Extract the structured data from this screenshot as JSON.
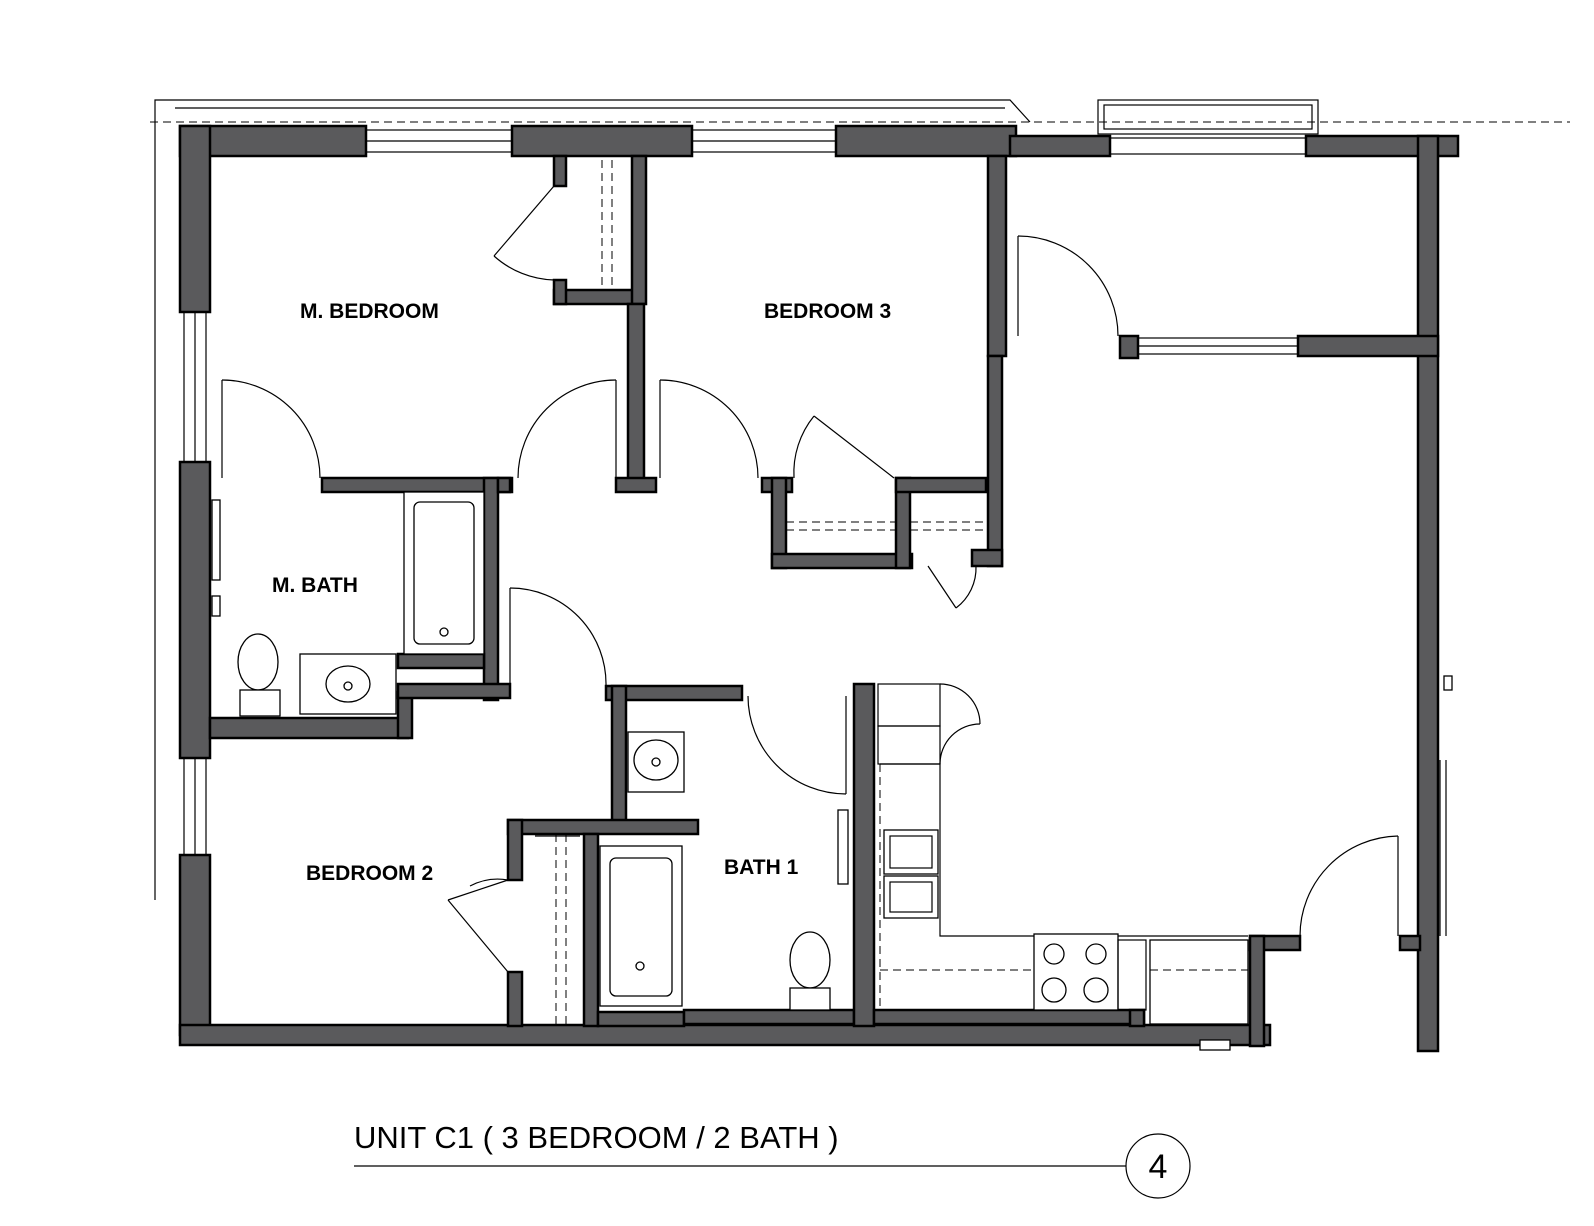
{
  "rooms": {
    "master_bedroom": "M. BEDROOM",
    "bedroom_3": "BEDROOM 3",
    "master_bath": "M. BATH",
    "bedroom_2": "BEDROOM 2",
    "bath_1": "BATH 1"
  },
  "title": {
    "unit": "UNIT C1 ( 3 BEDROOM / 2 BATH )",
    "sheet_number": "4"
  },
  "colors": {
    "wall_fill": "#5a5a5c",
    "line": "#000000",
    "background": "#ffffff"
  }
}
